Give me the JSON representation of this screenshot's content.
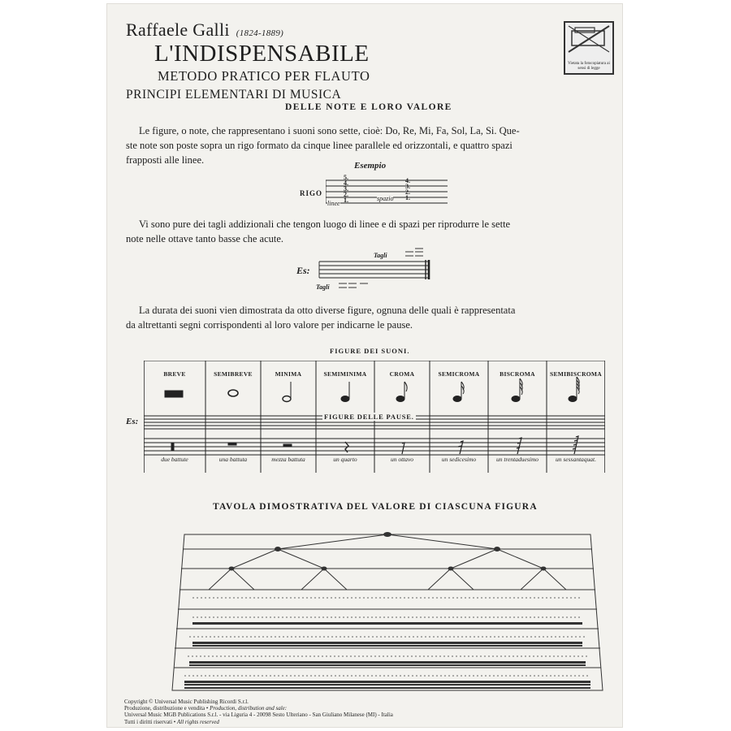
{
  "header": {
    "author": "Raffaele Galli",
    "dates": "(1824-1889)",
    "title": "L'INDISPENSABILE",
    "subtitle": "METODO PRATICO PER FLAUTO",
    "section": "PRINCIPI ELEMENTARI DI MUSICA",
    "heading": "DELLE NOTE E LORO VALORE"
  },
  "stamp": {
    "text": "Vietata la fotocopiatura ai sensi di legge"
  },
  "paragraph1": {
    "line1": "Le figure, o note, che rappresentano i suoni sono sette, cioè: Do, Re, Mi, Fa, Sol, La, Si. Que-",
    "line2": "ste note son poste sopra un rigo formato da cinque linee parallele ed orizzontali, e quattro spazi",
    "line3": "frapposti alle linee."
  },
  "esempio": {
    "label": "Esempio",
    "rigo": "RIGO",
    "linee": "linee",
    "spazio": "spazio",
    "line_numbers": [
      "5.",
      "4.",
      "3.",
      "2.",
      "1."
    ],
    "space_numbers": [
      "4.",
      "3.",
      "2.",
      "1."
    ]
  },
  "paragraph2": {
    "line1": "Vi sono pure dei tagli addizionali che tengon luogo di linee e di spazi per riprodurre le sette",
    "line2": "note nelle ottave tanto basse che acute."
  },
  "tagli_example": {
    "es": "Es:",
    "tagli_top": "Tagli",
    "tagli_bottom": "Tagli"
  },
  "paragraph3": {
    "line1": "La durata dei suoni vien dimostrata da otto diverse figure, ognuna delle quali è rappresentata",
    "line2": "da altrettanti segni corrispondenti al loro valore per indicarne le pause."
  },
  "figure_table": {
    "title": "FIGURE DEI SUONI.",
    "pause_title": "FIGURE DELLE PAUSE.",
    "es": "Es:",
    "columns": [
      {
        "name": "BREVE",
        "desc": "due battute"
      },
      {
        "name": "SEMIBREVE",
        "desc": "una battuta"
      },
      {
        "name": "MINIMA",
        "desc": "mezza battuta"
      },
      {
        "name": "SEMIMINIMA",
        "desc": "un quarto"
      },
      {
        "name": "CROMA",
        "desc": "un ottavo"
      },
      {
        "name": "SEMICROMA",
        "desc": "un sedicesimo"
      },
      {
        "name": "BISCROMA",
        "desc": "un trentaduesimo"
      },
      {
        "name": "SEMIBISCROMA",
        "desc": "un sessantaquat."
      }
    ]
  },
  "tavola": {
    "title": "TAVOLA DIMOSTRATIVA DEL VALORE DI CIASCUNA FIGURA"
  },
  "footer": {
    "line1": "Copyright © Universal Music Publishing Ricordi S.r.l.",
    "line2a": "Produzione, distribuzione e vendita • ",
    "line2b": "Production, distribution and sale:",
    "line3": "Universal Music MGB Publications S.r.l. - via Liguria 4 - 20098 Sesto Ulteriano - San Giuliano Milanese (MI) - Italia",
    "line4a": "Tutti i diritti riservati • ",
    "line4b": "All rights reserved"
  }
}
